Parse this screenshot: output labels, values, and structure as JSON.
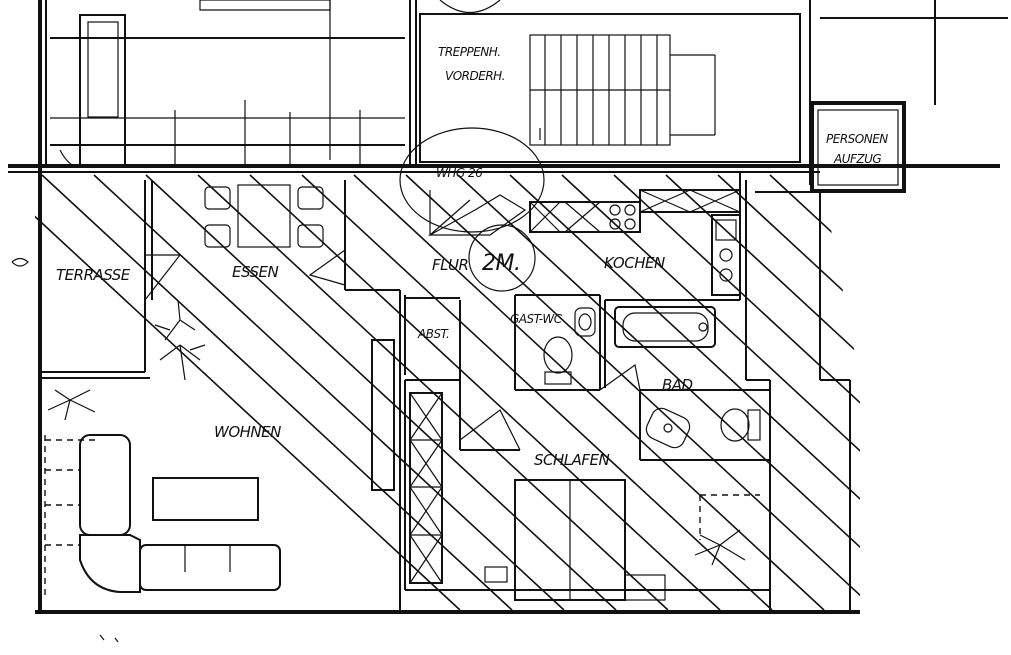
{
  "labels": {
    "stairs": "TREPPENH. VORDERH.",
    "stairs_line1": "TREPPENH.",
    "stairs_line2": "VORDERH.",
    "elevator_line1": "PERSONEN",
    "elevator_line2": "AUFZUG",
    "unit": "WHG 26",
    "unit_area": "2M.",
    "terrace": "TERRASSE",
    "dining": "ESSEN",
    "hall": "FLUR",
    "kitchen": "KOCHEN",
    "guest_wc": "GAST-WC",
    "storage": "ABST.",
    "bath": "BAD",
    "living": "WOHNEN",
    "sleeping": "SCHLAFEN"
  }
}
